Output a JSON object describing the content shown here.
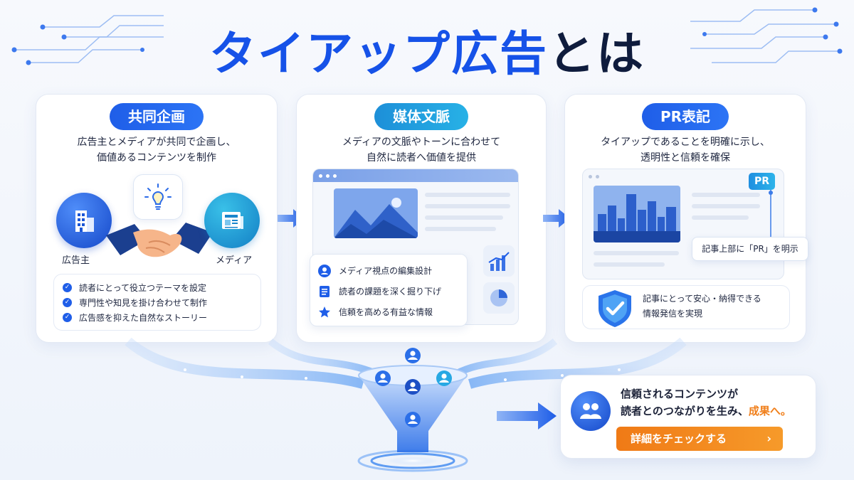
{
  "title": {
    "part1": "タイアップ広告",
    "part2": "とは"
  },
  "cards": [
    {
      "heading": "共同企画",
      "desc_line1": "広告主とメディアが共同で企画し、",
      "desc_line2": "価値あるコンテンツを制作",
      "left_label": "広告主",
      "right_label": "メディア",
      "checks": [
        "読者にとって役立つテーマを設定",
        "専門性や知見を掛け合わせて制作",
        "広告感を抑えた自然なストーリー"
      ]
    },
    {
      "heading": "媒体文脈",
      "desc_line1": "メディアの文脈やトーンに合わせて",
      "desc_line2": "自然に読者へ価値を提供",
      "points": [
        "メディア視点の編集設計",
        "読者の課題を深く掘り下げ",
        "信頼を高める有益な情報"
      ]
    },
    {
      "heading": "PR表記",
      "desc_line1": "タイアップであることを明確に示し、",
      "desc_line2": "透明性と信頼を確保",
      "badge": "PR",
      "note": "記事上部に「PR」を明示",
      "trust_line1": "記事にとって安心・納得できる",
      "trust_line2": "情報発信を実現"
    }
  ],
  "cta": {
    "line1": "信頼されるコンテンツが",
    "line2_plain": "読者とのつながりを生み、",
    "line2_accent": "成果へ。",
    "button_label": "詳細をチェックする",
    "button_chevron": "›"
  },
  "colors": {
    "primary": "#1f5ee8",
    "teal": "#27b1e6",
    "accent": "#f07f1b",
    "dark": "#0f1c3d"
  }
}
